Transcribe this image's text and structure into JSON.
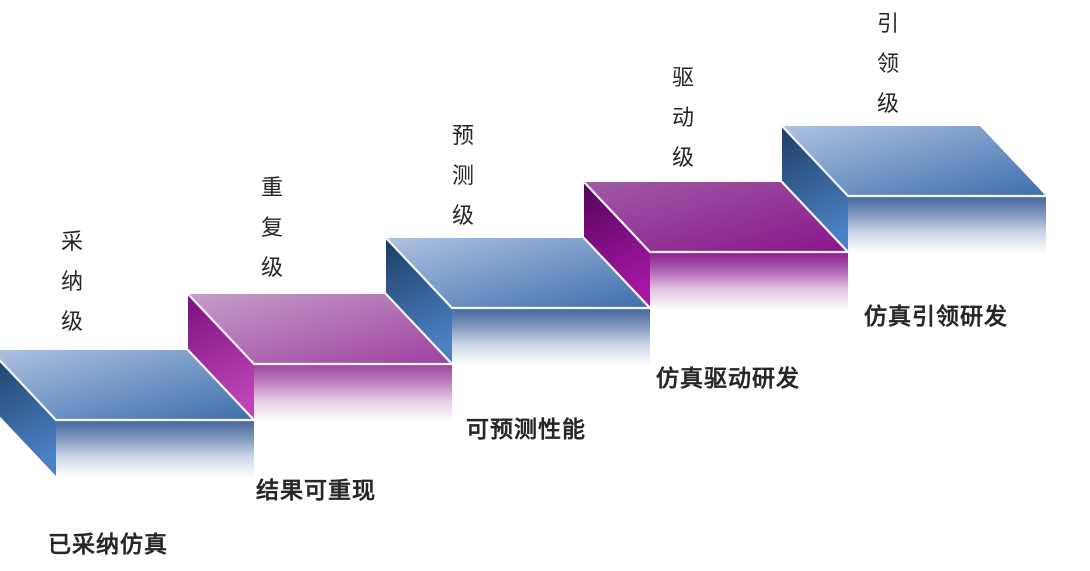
{
  "diagram": {
    "type": "staircase-maturity-levels",
    "step_count": 5
  },
  "levels": [
    {
      "level_label": "采纳级",
      "caption": "已采纳仿真",
      "step_color": "blue"
    },
    {
      "level_label": "重复级",
      "caption": "结果可重现",
      "step_color": "purple_light"
    },
    {
      "level_label": "预测级",
      "caption": "可预测性能",
      "step_color": "blue"
    },
    {
      "level_label": "驱动级",
      "caption": "仿真驱动研发",
      "step_color": "purple_deep"
    },
    {
      "level_label": "引领级",
      "caption": "仿真引领研发",
      "step_color": "blue"
    }
  ],
  "colors": {
    "background": "#ffffff",
    "text": "#262626",
    "edge_highlight": "#ffffff",
    "blue_top_light": "#adc2e1",
    "blue_top_dark": "#3e6eac",
    "blue_left_dark": "#1d3d63",
    "blue_left_light": "#4b80c4",
    "blue_fade": "#44679f",
    "purple_light_top_light": "#c69dca",
    "purple_light_top_dark": "#9d41a0",
    "purple_light_left_dark": "#7c0f7e",
    "purple_light_left_light": "#bc44b6",
    "purple_light_fade": "#9d44a1",
    "purple_deep_top_light": "#a05aa7",
    "purple_deep_top_dark": "#881689",
    "purple_deep_left_dark": "#540459",
    "purple_deep_left_light": "#a417a5",
    "purple_deep_fade": "#8b1b8f"
  }
}
